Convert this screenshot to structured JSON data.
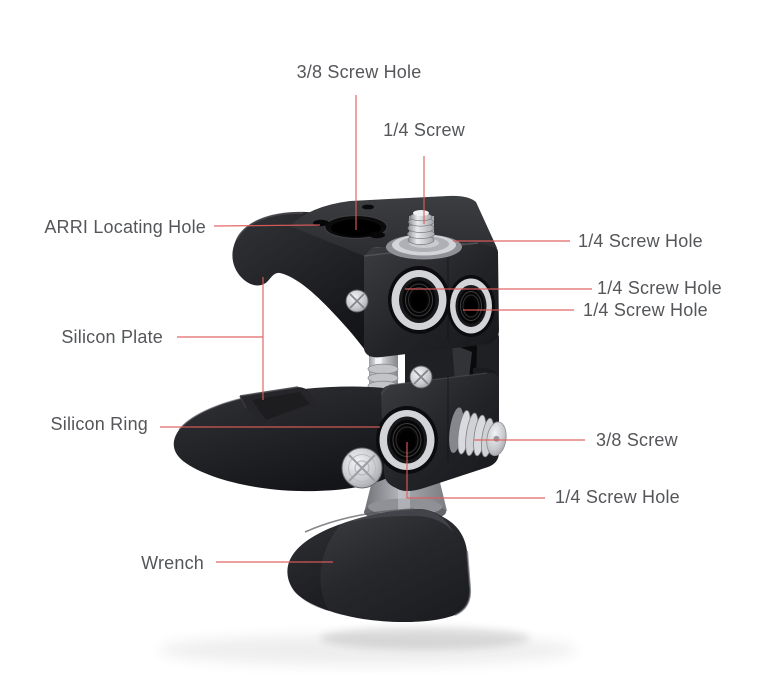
{
  "page": {
    "background": "#ffffff"
  },
  "diagram": {
    "accent_color": "#e05c5c",
    "label_color": "#54565a",
    "labels": {
      "screw_hole_3_8_top": "3/8 Screw Hole",
      "screw_1_4": "1/4 Screw",
      "arri_locating_hole": "ARRI Locating Hole",
      "screw_hole_1_4_top_right": "1/4 Screw Hole",
      "screw_hole_1_4_front": "1/4 Screw Hole",
      "screw_hole_1_4_side": "1/4 Screw Hole",
      "silicon_plate": "Silicon Plate",
      "silicon_ring": "Silicon Ring",
      "screw_3_8": "3/8 Screw",
      "screw_hole_1_4_bottom": "1/4 Screw Hole",
      "wrench": "Wrench"
    }
  }
}
